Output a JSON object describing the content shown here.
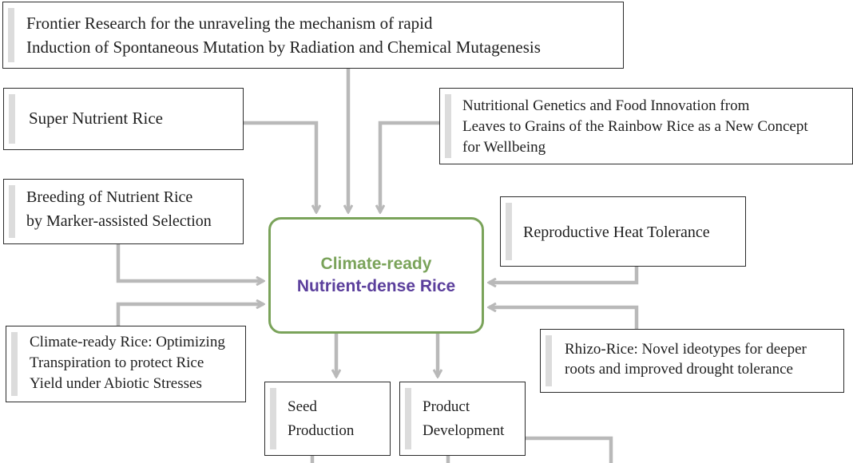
{
  "title": {
    "lines": [
      "Frontier Research for the unraveling the mechanism of rapid",
      "Induction of Spontaneous Mutation by Radiation and Chemical Mutagenesis"
    ]
  },
  "super_nutrient": {
    "lines": [
      "Super Nutrient Rice"
    ]
  },
  "nutritional_genetics": {
    "lines": [
      "Nutritional Genetics and Food Innovation from",
      "Leaves to Grains of the Rainbow Rice as a New Concept",
      "for Wellbeing"
    ]
  },
  "marker_breeding": {
    "lines": [
      "Breeding of Nutrient Rice",
      "by Marker-assisted Selection"
    ]
  },
  "heat_tolerance": {
    "lines": [
      "Reproductive Heat Tolerance"
    ]
  },
  "center": {
    "line1": "Climate-ready",
    "line2": "Nutrient-dense Rice"
  },
  "transpiration": {
    "lines": [
      "Climate-ready Rice: Optimizing",
      "Transpiration to protect Rice",
      "Yield under Abiotic Stresses"
    ]
  },
  "rhizo_rice": {
    "lines": [
      "Rhizo-Rice: Novel ideotypes for deeper",
      "roots and improved drought tolerance"
    ]
  },
  "seed_production": {
    "lines": [
      "Seed",
      "Production"
    ]
  },
  "product_development": {
    "lines": [
      "Product",
      "Development"
    ]
  },
  "colors": {
    "connector": "#b9b9b9",
    "center_border": "#7aa35a",
    "center_line1": "#7aa35a",
    "center_line2": "#5b3f9c",
    "box_border": "#2b2b2b",
    "box_accent": "#dcdcdc"
  }
}
